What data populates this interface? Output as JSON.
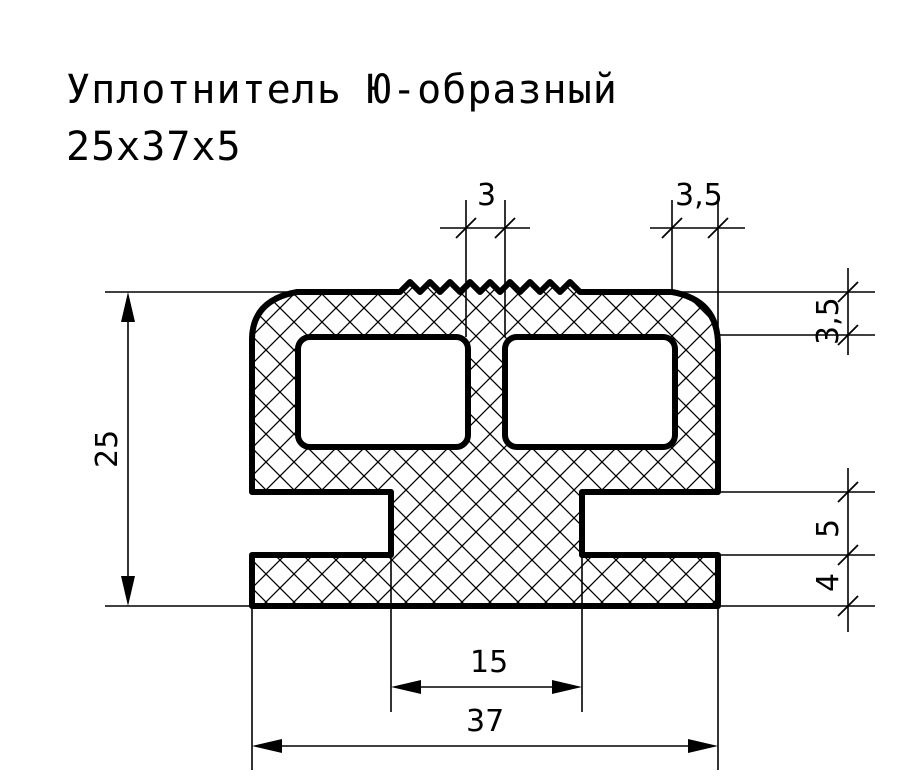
{
  "title": {
    "line1": "Уплотнитель Ю-образный",
    "line2": "25x37x5"
  },
  "dimensions": {
    "rib_width": "3",
    "right_top": "3,5",
    "height_total": "25",
    "top_wall": "3,5",
    "slot_height": "5",
    "bottom_strip": "4",
    "center_width": "15",
    "total_width": "37"
  },
  "colors": {
    "line": "#000000",
    "background": "#ffffff"
  }
}
